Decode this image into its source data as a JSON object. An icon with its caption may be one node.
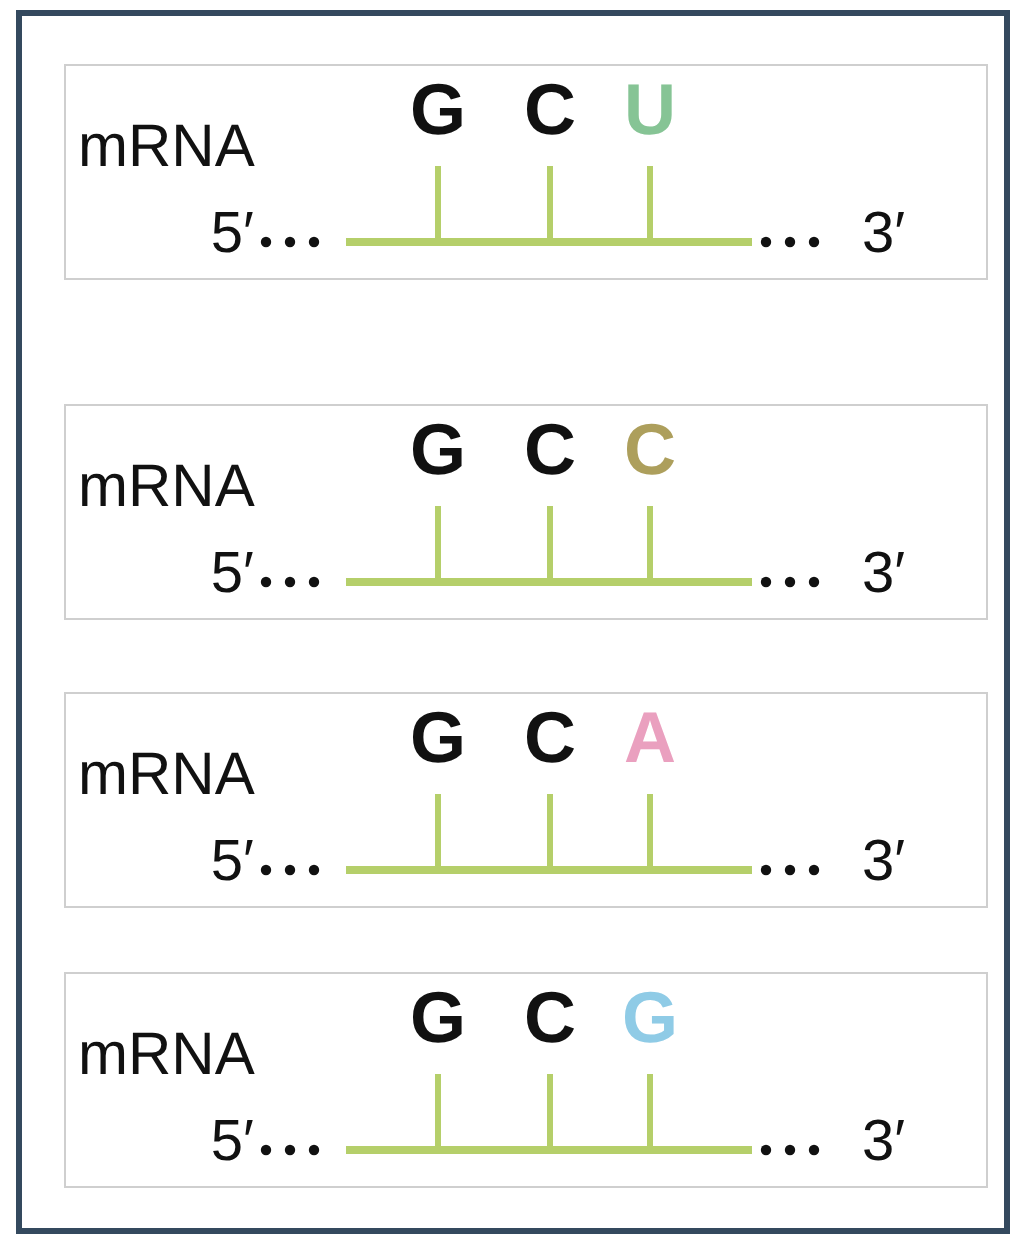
{
  "diagram": {
    "nodes": [
      {
        "text": [],
        "shape": "box"
      },
      {
        "text": [
          "mRNA",
          "G",
          "C",
          "U",
          "5′",
          "3′"
        ],
        "in": 0
      },
      {
        "text": [
          "mRNA",
          "G",
          "C",
          "C",
          "5′",
          "3′"
        ],
        "in": 0
      },
      {
        "text": [
          "mRNA",
          "G",
          "C",
          "A",
          "5′",
          "3′"
        ],
        "in": 0
      },
      {
        "text": [
          "mRNA",
          "G",
          "C",
          "G",
          "5′",
          "3′"
        ],
        "in": 0
      }
    ]
  }
}
